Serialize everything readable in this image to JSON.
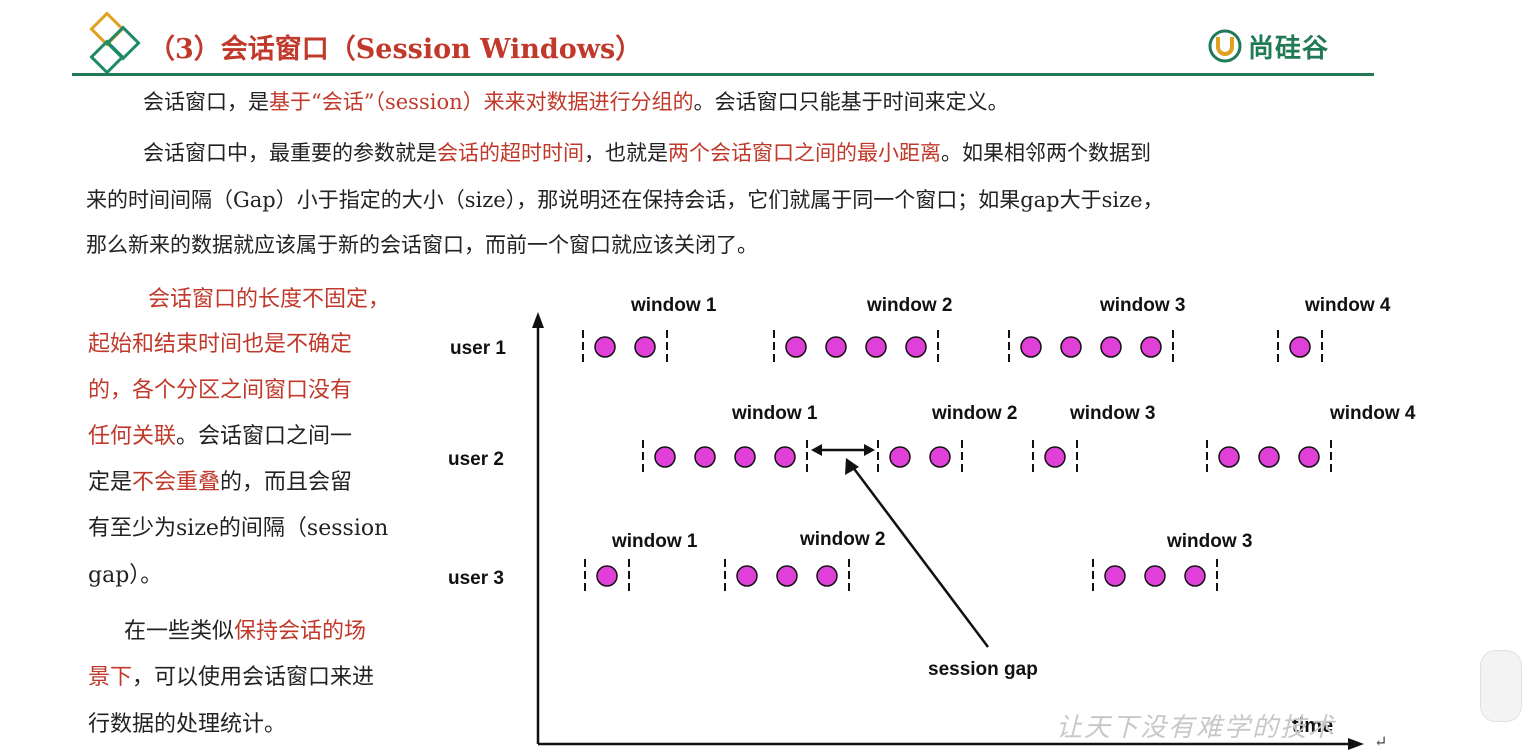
{
  "header": {
    "title": "（3）会话窗口（Session Windows）",
    "brand": "尚硅谷",
    "brand_color": "#1f7a55",
    "accent_color": "#c0392b"
  },
  "intro": {
    "p1": [
      "会话窗口，是",
      "基于“会话”（session）来",
      "来对数据进行分组的",
      "。会话窗口只能基于时间来定义。"
    ],
    "p2_line1": [
      "会话窗口中，最重要的参数就是",
      "会话的超时时间",
      "，也就是",
      "两个会话窗口之间的最小距离",
      "。如果相邻两个数据到"
    ],
    "p2_line2": "来的时间间隔（Gap）小于指定的大小（size），那说明还在保持会话，它们就属于同一个窗口；如果gap大于size，",
    "p2_line3": "那么新来的数据就应该属于新的会话窗口，而前一个窗口就应该关闭了。"
  },
  "left_column": {
    "l1": "会话窗口的长度不固定，",
    "l2": "起始和结束时间也是不确定",
    "l3": "的，各个分区之间窗口没有",
    "l4": "任何关联",
    "l4b": "。会话窗口之间一",
    "l5a": "定是",
    "l5b": "不会重叠",
    "l5c": "的，而且会留",
    "l6": "有至少为size的间隔（session",
    "l7": "gap）。",
    "l8a": "在一些类似",
    "l8b": "保持会话的场",
    "l9a": "景下",
    "l9b": "，可以使用会话窗口来进",
    "l10": "行数据的处理统计。"
  },
  "diagram": {
    "users": [
      "user 1",
      "user 2",
      "user 3"
    ],
    "time_label": "time",
    "gap_label": "session gap",
    "point_color": "#e040d8",
    "rows": [
      {
        "user": "user 1",
        "windows": [
          {
            "label": "window 1",
            "points": 2
          },
          {
            "label": "window 2",
            "points": 4
          },
          {
            "label": "window 3",
            "points": 4
          },
          {
            "label": "window 4",
            "points": 1
          }
        ]
      },
      {
        "user": "user 2",
        "windows": [
          {
            "label": "window 1",
            "points": 4
          },
          {
            "label": "window 2",
            "points": 2
          },
          {
            "label": "window 3",
            "points": 1
          },
          {
            "label": "window 4",
            "points": 3
          }
        ]
      },
      {
        "user": "user 3",
        "windows": [
          {
            "label": "window 1",
            "points": 1
          },
          {
            "label": "window 2",
            "points": 3
          },
          {
            "label": "window 3",
            "points": 3
          }
        ]
      }
    ]
  },
  "watermark": "让天下没有难学的技术"
}
